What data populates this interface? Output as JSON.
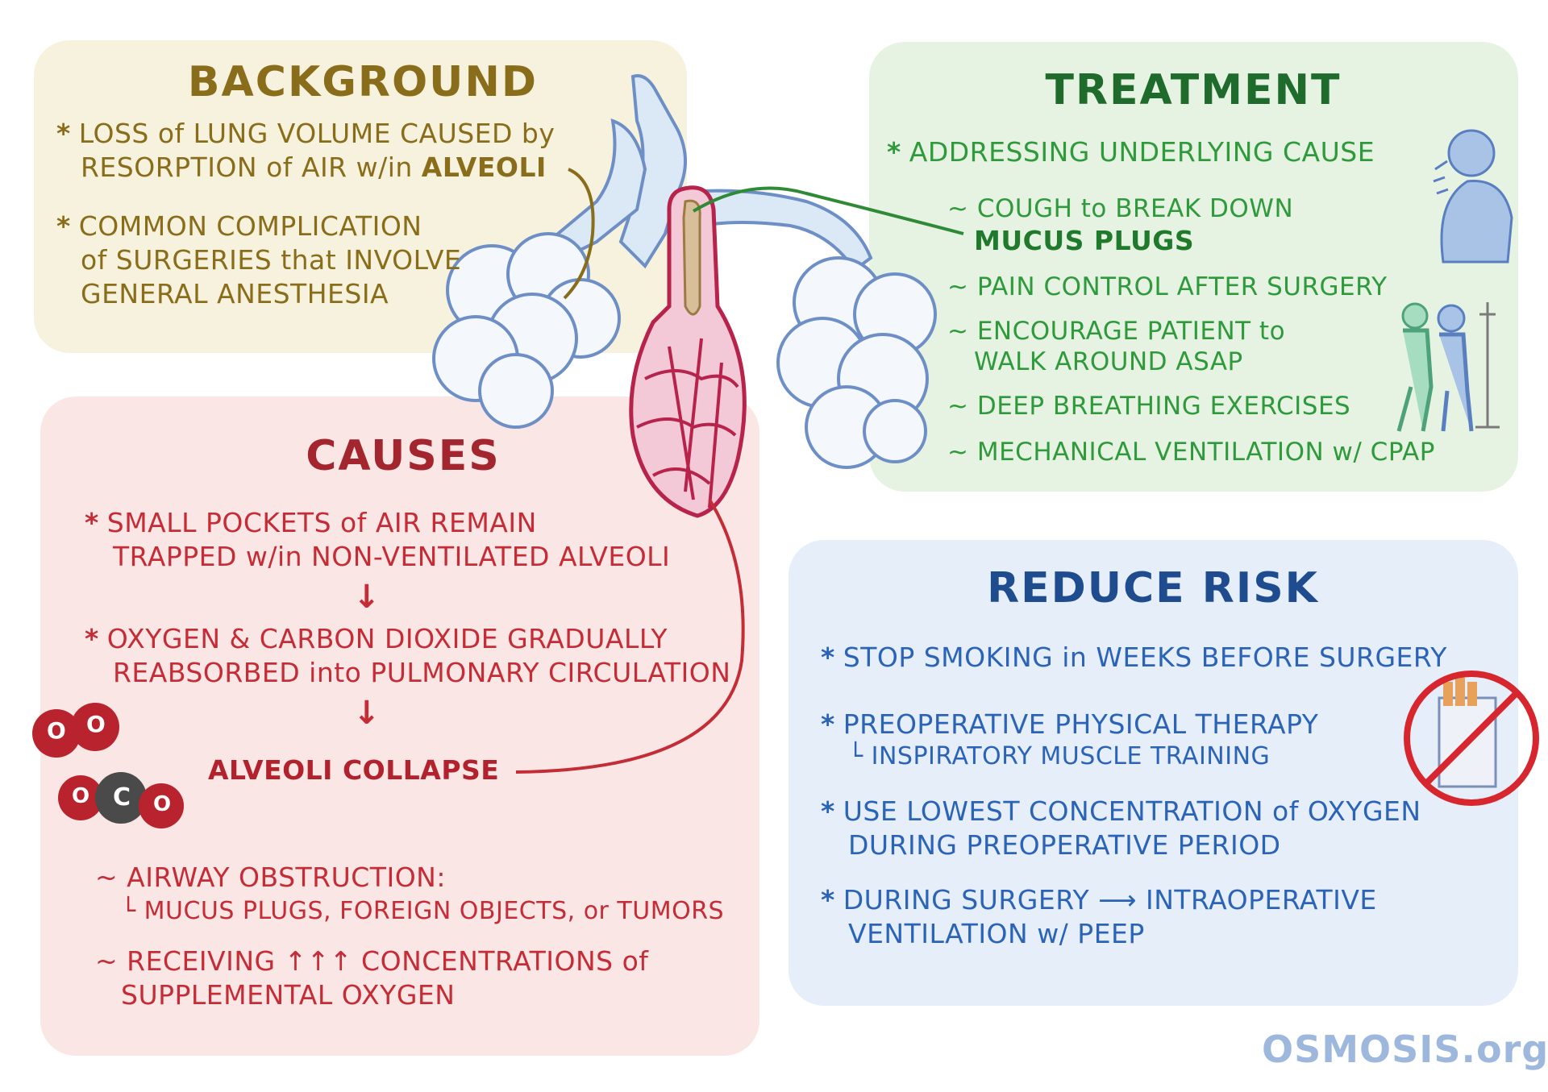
{
  "background": {
    "title": "BACKGROUND",
    "items": [
      {
        "line1": "LOSS of LUNG VOLUME CAUSED by",
        "line2a": "RESORPTION of AIR w/in ",
        "line2b": "ALVEOLI"
      },
      {
        "line1": "COMMON COMPLICATION",
        "line2": "of SURGERIES that INVOLVE",
        "line3": "GENERAL ANESTHESIA"
      }
    ]
  },
  "treatment": {
    "title": "TREATMENT",
    "main": "ADDRESSING UNDERLYING CAUSE",
    "items": [
      {
        "line1": "COUGH to BREAK DOWN",
        "line2": "MUCUS PLUGS"
      },
      {
        "line1": "PAIN CONTROL AFTER SURGERY"
      },
      {
        "line1": "ENCOURAGE PATIENT to",
        "line2": "WALK AROUND ASAP"
      },
      {
        "line1": "DEEP BREATHING EXERCISES"
      },
      {
        "line1": "MECHANICAL VENTILATION w/ CPAP"
      }
    ]
  },
  "causes": {
    "title": "CAUSES",
    "step1": {
      "line1": "SMALL POCKETS of AIR REMAIN",
      "line2": "TRAPPED w/in NON-VENTILATED ALVEOLI"
    },
    "step2": {
      "line1": "OXYGEN & CARBON DIOXIDE GRADUALLY",
      "line2": "REABSORBED into PULMONARY CIRCULATION"
    },
    "result": "ALVEOLI COLLAPSE",
    "factors": [
      {
        "line1": "AIRWAY OBSTRUCTION:",
        "line2": "MUCUS PLUGS, FOREIGN OBJECTS, or TUMORS"
      },
      {
        "line1": "RECEIVING ↑↑↑ CONCENTRATIONS of",
        "line2": "SUPPLEMENTAL OXYGEN"
      }
    ],
    "molecule_o": "O",
    "molecule_c": "C"
  },
  "reduce_risk": {
    "title": "REDUCE RISK",
    "items": [
      {
        "line1": "STOP SMOKING in WEEKS BEFORE SURGERY"
      },
      {
        "line1": "PREOPERATIVE PHYSICAL THERAPY",
        "sub": "INSPIRATORY MUSCLE TRAINING"
      },
      {
        "line1": "USE LOWEST CONCENTRATION of OXYGEN",
        "line2": "DURING PREOPERATIVE PERIOD"
      },
      {
        "line1": "DURING SURGERY ⟶ INTRAOPERATIVE",
        "line2": "VENTILATION w/ PEEP"
      }
    ]
  },
  "symbols": {
    "bullet": "*",
    "tilde": "~",
    "sub_arrow": "└",
    "down_arrow": "↓"
  },
  "logo": "OSMOSIS.org",
  "colors": {
    "background": "#8a6d1a",
    "treatment": "#2f9a3c",
    "causes": "#c42c36",
    "reduce_risk": "#2b64b6"
  }
}
